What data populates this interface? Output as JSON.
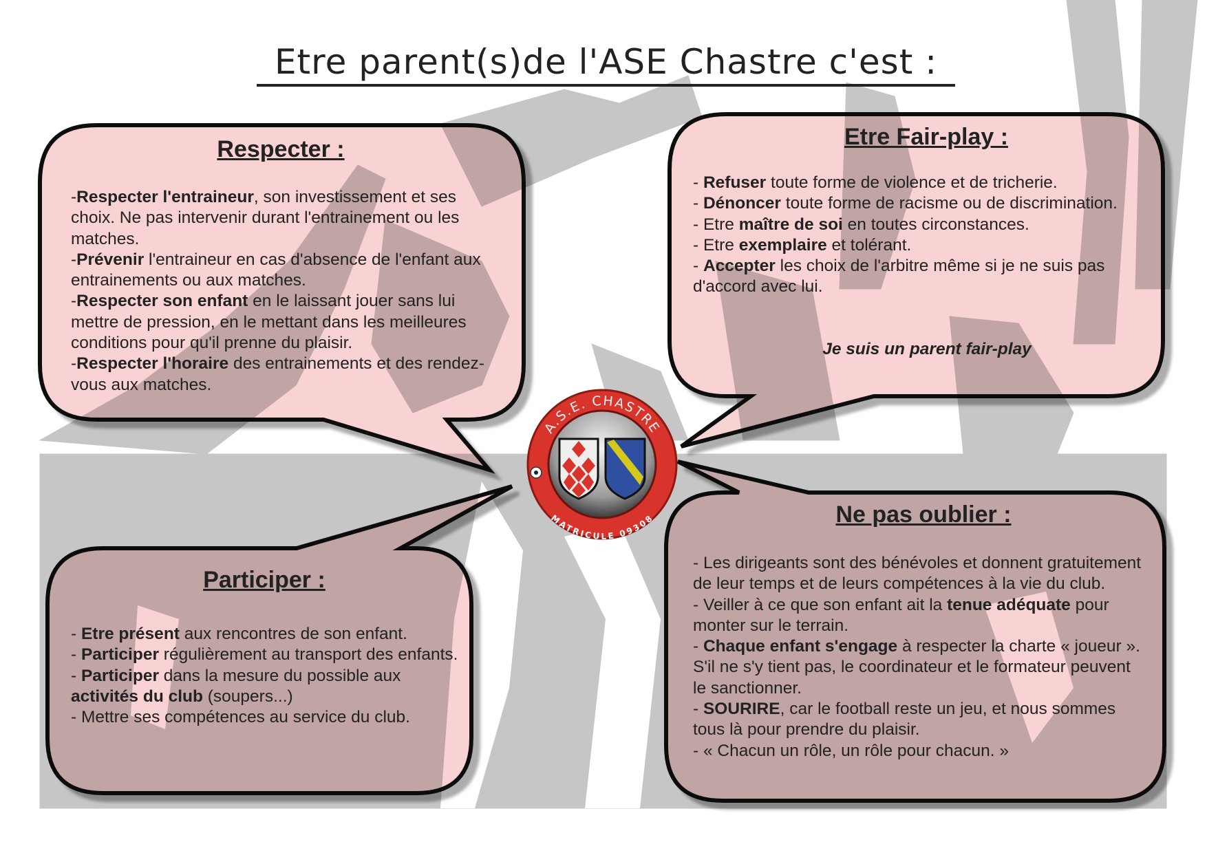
{
  "title": "Etre parent(s)de l'ASE Chastre c'est :",
  "colors": {
    "bubble": "#f9d3d3",
    "outline": "#111111",
    "silhouette": "#c6c6c6",
    "logo_red": "#d9342b",
    "shield_blue": "#2f4fa0",
    "shield_band": "#d4c81a"
  },
  "logo": {
    "top_text": "A.S.E. CHASTRE",
    "bottom_text": "MATRICULE  09308",
    "icon": "football-crest"
  },
  "sections": {
    "respecter": {
      "heading": "Respecter :",
      "items": [
        [
          {
            "t": "-"
          },
          {
            "t": "Respecter l'entraineur",
            "b": true
          },
          {
            "t": ", son investissement et ses choix. Ne pas intervenir durant l'entrainement ou les matches."
          }
        ],
        [
          {
            "t": "-"
          },
          {
            "t": "Prévenir",
            "b": true
          },
          {
            "t": " l'entraineur en cas d'absence de l'enfant aux entrainements ou aux matches."
          }
        ],
        [
          {
            "t": "-"
          },
          {
            "t": "Respecter son enfant",
            "b": true
          },
          {
            "t": " en le laissant jouer sans lui mettre de pression, en le mettant dans les meilleures conditions pour qu'il prenne du plaisir."
          }
        ],
        [
          {
            "t": "-"
          },
          {
            "t": "Respecter l'horaire",
            "b": true
          },
          {
            "t": " des entrainements et des rendez-vous aux matches."
          }
        ]
      ]
    },
    "fairplay": {
      "heading": "Etre Fair-play :",
      "items": [
        [
          {
            "t": "- "
          },
          {
            "t": "Refuser",
            "b": true
          },
          {
            "t": " toute forme de violence et de tricherie."
          }
        ],
        [
          {
            "t": "- "
          },
          {
            "t": "Dénoncer",
            "b": true
          },
          {
            "t": " toute forme de racisme ou de discrimination."
          }
        ],
        [
          {
            "t": "- Etre "
          },
          {
            "t": "maître de soi",
            "b": true
          },
          {
            "t": " en toutes circonstances."
          }
        ],
        [
          {
            "t": "- Etre "
          },
          {
            "t": "exemplaire",
            "b": true
          },
          {
            "t": " et tolérant."
          }
        ],
        [
          {
            "t": "- "
          },
          {
            "t": "Accepter",
            "b": true
          },
          {
            "t": " les choix de l'arbitre même si je ne suis pas d'accord avec lui."
          }
        ]
      ],
      "motto": "Je suis un parent fair-play"
    },
    "participer": {
      "heading": "Participer :",
      "items": [
        [
          {
            "t": "- "
          },
          {
            "t": "Etre présent",
            "b": true
          },
          {
            "t": " aux rencontres de son enfant."
          }
        ],
        [
          {
            "t": "- "
          },
          {
            "t": "Participer",
            "b": true
          },
          {
            "t": " régulièrement au transport des enfants."
          }
        ],
        [
          {
            "t": "- "
          },
          {
            "t": "Participer",
            "b": true
          },
          {
            "t": " dans la mesure du possible aux "
          },
          {
            "t": "activités du club",
            "b": true
          },
          {
            "t": " (soupers...)"
          }
        ],
        [
          {
            "t": "- Mettre ses compétences au service du club."
          }
        ]
      ]
    },
    "oublier": {
      "heading": "Ne pas oublier :",
      "items": [
        [
          {
            "t": "- Les dirigeants sont des bénévoles et donnent gratuitement de leur temps et de leurs compétences à la vie du club."
          }
        ],
        [
          {
            "t": "- Veiller à ce que son enfant ait la "
          },
          {
            "t": "tenue adéquate",
            "b": true
          },
          {
            "t": " pour monter sur le terrain."
          }
        ],
        [
          {
            "t": "- "
          },
          {
            "t": "Chaque enfant s'engage",
            "b": true
          },
          {
            "t": " à respecter la charte « joueur ». S'il ne s'y tient pas, le coordinateur et le formateur peuvent le sanctionner."
          }
        ],
        [
          {
            "t": "- "
          },
          {
            "t": "SOURIRE",
            "b": true
          },
          {
            "t": ", car le football reste un jeu, et nous sommes tous là pour prendre du plaisir."
          }
        ],
        [
          {
            "t": "- « Chacun un rôle, un rôle pour chacun. »"
          }
        ]
      ]
    }
  }
}
